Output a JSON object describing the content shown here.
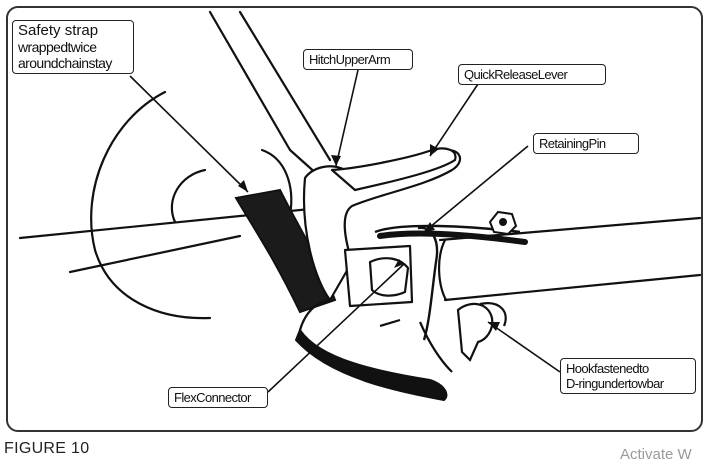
{
  "figure": {
    "caption": "FIGURE 10",
    "callouts": {
      "safety_strap": {
        "lines": [
          "Safety strap",
          "wrappedtwice",
          "aroundchainstay"
        ]
      },
      "hitch_upper_arm": {
        "lines": [
          "HitchUpperArm"
        ]
      },
      "quick_release_lever": {
        "lines": [
          "QuickReleaseLever"
        ]
      },
      "retaining_pin": {
        "lines": [
          "RetainingPin"
        ]
      },
      "flex_connector": {
        "lines": [
          "FlexConnector"
        ]
      },
      "hook": {
        "lines": [
          "Hookfastenedto",
          "D-ringundertowbar"
        ]
      }
    }
  },
  "watermark": "Activate W",
  "colors": {
    "ink": "#111111",
    "paper": "#ffffff",
    "frame": "#333333",
    "watermark": "#9a9a9a"
  }
}
